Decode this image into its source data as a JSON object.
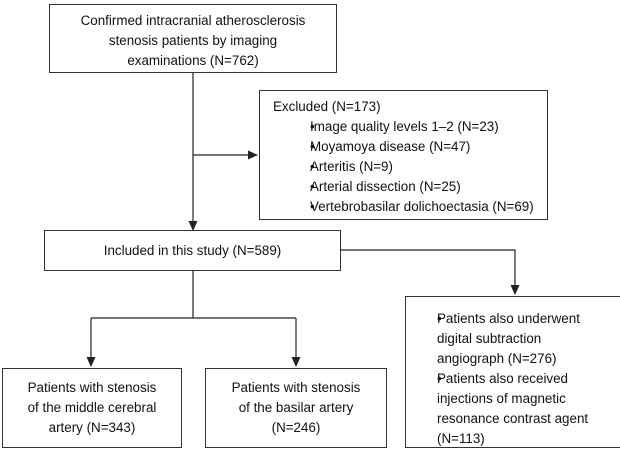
{
  "diagram": {
    "confirmed": {
      "lines": [
        "Confirmed intracranial atherosclerosis",
        "stenosis patients by imaging",
        "examinations (N=762)"
      ]
    },
    "excluded": {
      "title": "Excluded (N=173)",
      "items": [
        "Image quality levels 1–2 (N=23)",
        "Moyamoya disease (N=47)",
        "Arteritis (N=9)",
        "Arterial dissection (N=25)",
        "Vertebrobasilar dolichoectasia (N=69)"
      ]
    },
    "included": {
      "label": "Included in this study (N=589)"
    },
    "procedures": {
      "items": [
        [
          "Patients also underwent",
          "digital subtraction",
          "angiograph (N=276)"
        ],
        [
          "Patients also received",
          "injections of magnetic",
          "resonance contrast agent",
          "(N=113)"
        ]
      ]
    },
    "middle_cerebral": {
      "lines": [
        "Patients with stenosis",
        "of the middle cerebral",
        "artery (N=343)"
      ]
    },
    "basilar": {
      "lines": [
        "Patients with stenosis",
        "of the basilar artery",
        "(N=246)"
      ]
    }
  }
}
